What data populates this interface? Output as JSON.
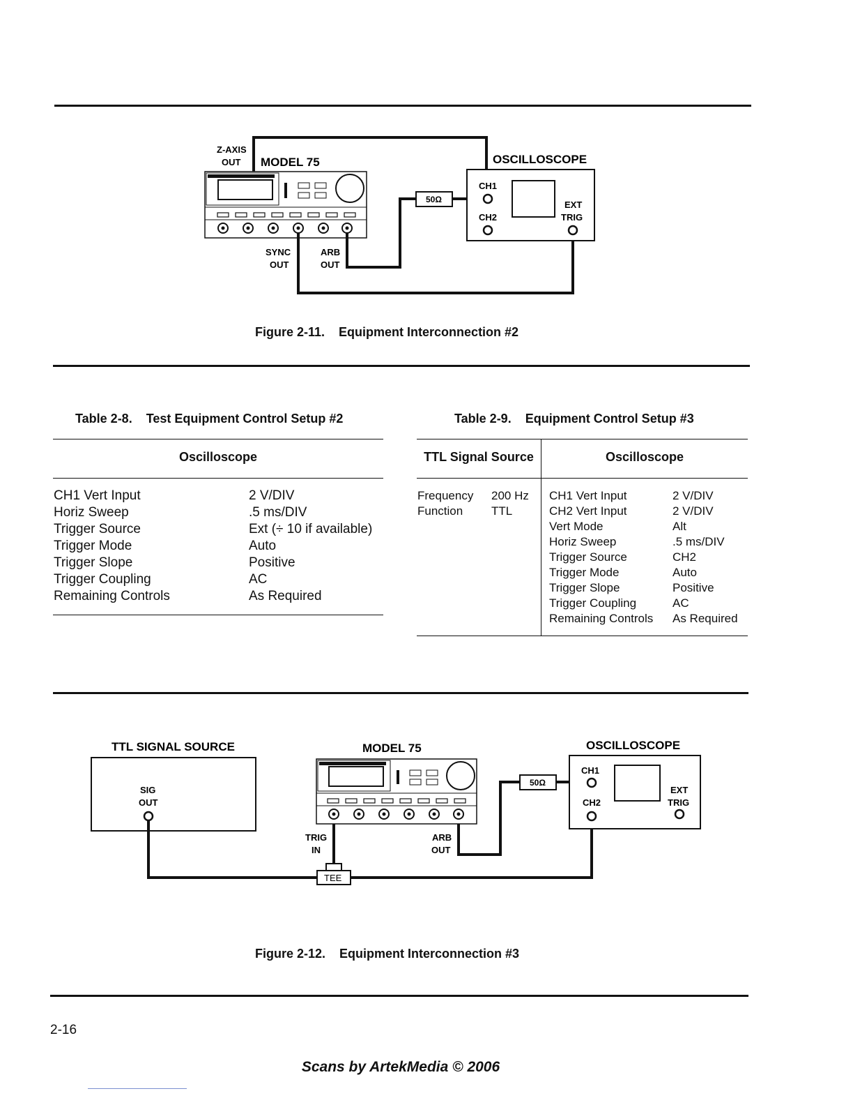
{
  "figure_11": {
    "caption": "Figure 2-11.    Equipment Interconnection #2",
    "labels": {
      "zaxis_1": "Z-AXIS",
      "zaxis_2": "OUT",
      "model": "MODEL 75",
      "oscilloscope": "OSCILLOSCOPE",
      "ch1": "CH1",
      "ch2": "CH2",
      "ext": "EXT",
      "trig": "TRIG",
      "ohm": "50Ω",
      "sync_1": "SYNC",
      "sync_2": "OUT",
      "arb_1": "ARB",
      "arb_2": "OUT"
    }
  },
  "table_2_8": {
    "title": "Table 2-8.    Test Equipment Control Setup #2",
    "header": "Oscilloscope",
    "rows": [
      {
        "label": "CH1 Vert Input",
        "value": "2 V/DIV"
      },
      {
        "label": "Horiz Sweep",
        "value": ".5 ms/DIV"
      },
      {
        "label": "Trigger Source",
        "value": "Ext (÷ 10 if available)"
      },
      {
        "label": "Trigger Mode",
        "value": "Auto"
      },
      {
        "label": "Trigger Slope",
        "value": "Positive"
      },
      {
        "label": "Trigger Coupling",
        "value": "AC"
      },
      {
        "label": "Remaining Controls",
        "value": "As Required"
      }
    ]
  },
  "table_2_9": {
    "title": "Table 2-9.    Equipment Control Setup #3",
    "header_left": "TTL Signal Source",
    "header_right": "Oscilloscope",
    "ttl_rows": [
      {
        "label": "Frequency",
        "value": "200 Hz"
      },
      {
        "label": "Function",
        "value": "TTL"
      }
    ],
    "scope_rows": [
      {
        "label": "CH1 Vert Input",
        "value": "2 V/DIV"
      },
      {
        "label": "CH2 Vert Input",
        "value": "2 V/DIV"
      },
      {
        "label": "Vert Mode",
        "value": "Alt"
      },
      {
        "label": "Horiz Sweep",
        "value": ".5 ms/DIV"
      },
      {
        "label": "Trigger Source",
        "value": "CH2"
      },
      {
        "label": "Trigger Mode",
        "value": "Auto"
      },
      {
        "label": "Trigger Slope",
        "value": "Positive"
      },
      {
        "label": "Trigger Coupling",
        "value": "AC"
      },
      {
        "label": "Remaining Controls",
        "value": "As Required"
      }
    ]
  },
  "figure_12": {
    "caption": "Figure 2-12.    Equipment Interconnection #3",
    "labels": {
      "ttl_source": "TTL SIGNAL SOURCE",
      "sig": "SIG",
      "sig_out": "OUT",
      "model": "MODEL 75",
      "oscilloscope": "OSCILLOSCOPE",
      "ch1": "CH1",
      "ch2": "CH2",
      "ext": "EXT",
      "trig": "TRIG",
      "ohm": "50Ω",
      "trig_in_1": "TRIG",
      "trig_in_2": "IN",
      "arb_1": "ARB",
      "arb_2": "OUT",
      "tee": "TEE"
    }
  },
  "page_number": "2-16",
  "footer": "Scans by ArtekMedia © 2006"
}
